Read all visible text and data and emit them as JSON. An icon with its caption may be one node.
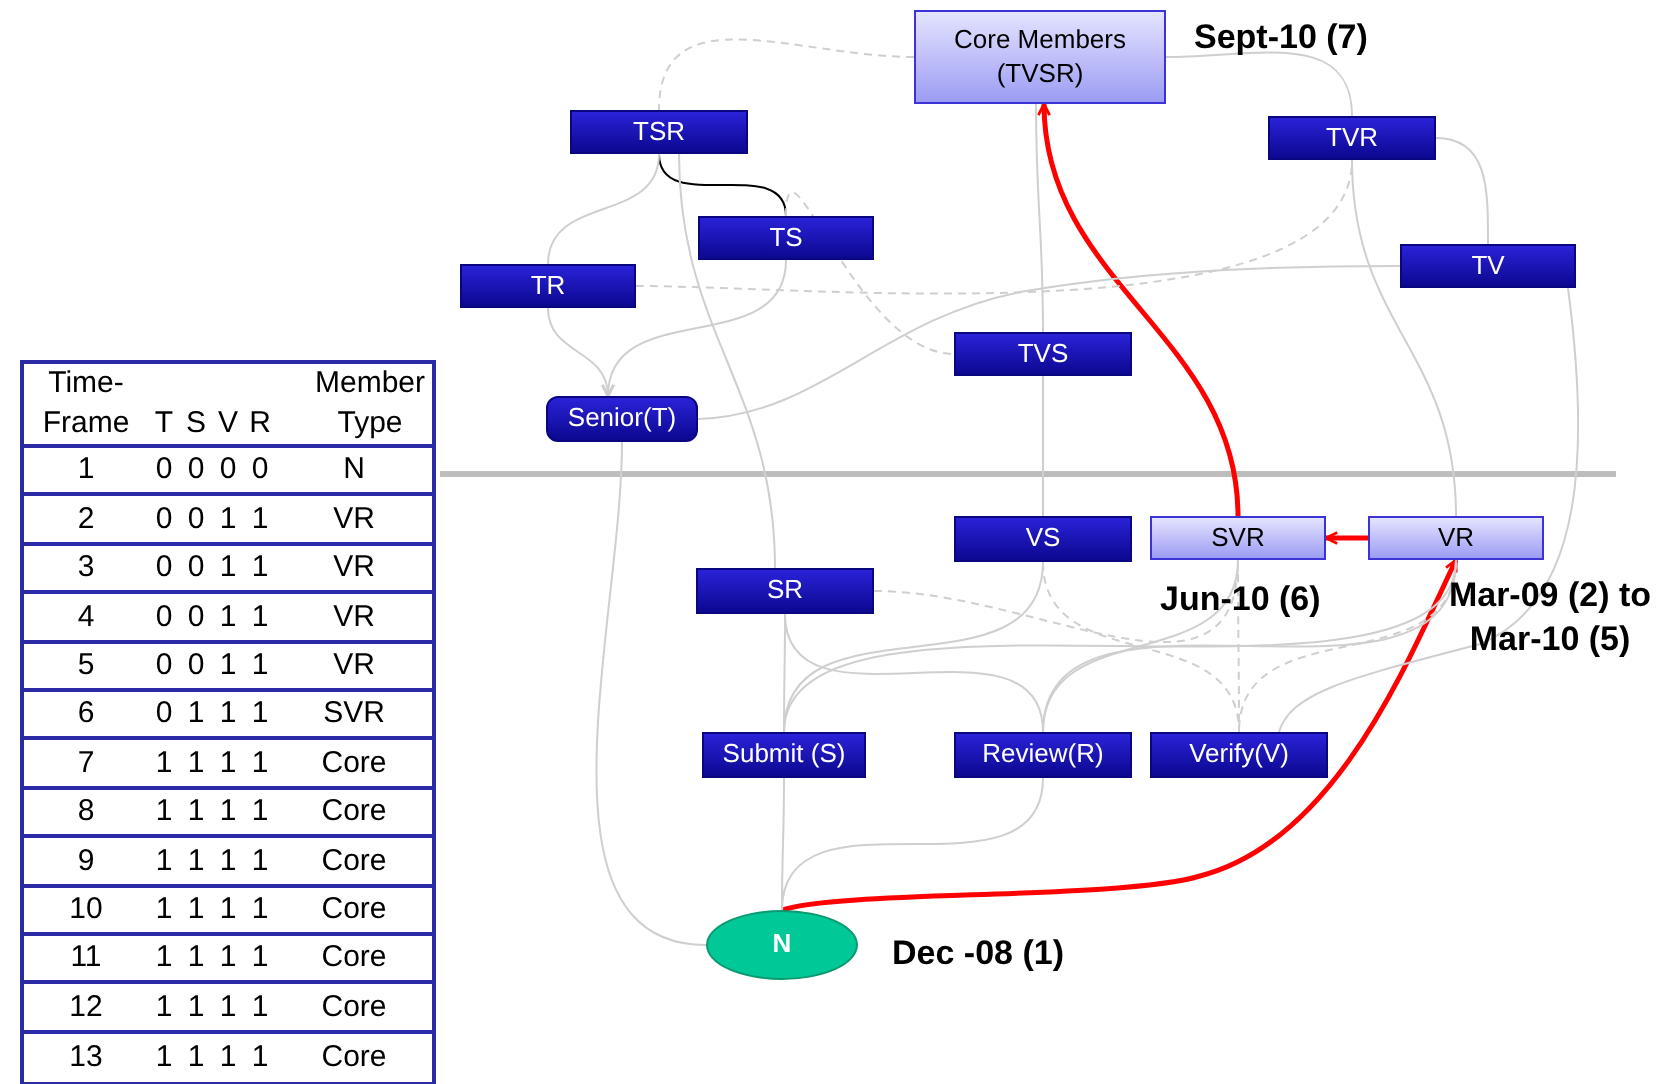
{
  "diagram": {
    "nodes": [
      {
        "text": [
          "Core Members (TVSR)"
        ],
        "beside": [
          "Sept-10 (7)"
        ]
      },
      {
        "text": [
          "TSR"
        ]
      },
      {
        "text": [
          "TVR"
        ]
      },
      {
        "text": [
          "TS"
        ]
      },
      {
        "text": [
          "TR"
        ]
      },
      {
        "text": [
          "TV"
        ]
      },
      {
        "text": [
          "TVS"
        ]
      },
      {
        "text": [
          "Senior(T)"
        ]
      },
      {
        "text": [
          "VS"
        ]
      },
      {
        "text": [
          "SVR"
        ],
        "beside": [
          "Jun-10 (6)"
        ]
      },
      {
        "text": [
          "VR"
        ],
        "beside": [
          "Mar-09 (2) to Mar-10 (5)"
        ]
      },
      {
        "text": [
          "SR"
        ]
      },
      {
        "text": [
          "Submit (S)"
        ]
      },
      {
        "text": [
          "Review(R)"
        ]
      },
      {
        "text": [
          "Verify(V)"
        ]
      },
      {
        "text": [
          "N"
        ],
        "beside": [
          "Dec -08 (1)"
        ]
      }
    ],
    "edges": [
      {
        "from": 15,
        "to": 10,
        "arrow": "to",
        "style": "thick",
        "color": "#ff0000"
      },
      {
        "from": 10,
        "to": 9,
        "arrow": "to",
        "style": "thick",
        "color": "#ff0000"
      },
      {
        "from": 9,
        "to": 0,
        "arrow": "to",
        "style": "thick",
        "color": "#ff0000"
      },
      {
        "from": 0,
        "to": 1,
        "arrow": "none",
        "style": "dashed"
      },
      {
        "from": 0,
        "to": 2,
        "arrow": "none"
      },
      {
        "from": 0,
        "to": 6,
        "arrow": "none"
      },
      {
        "from": 6,
        "to": 8,
        "arrow": "none"
      },
      {
        "from": 1,
        "to": 3,
        "arrow": "none",
        "color": "#000000"
      },
      {
        "from": 1,
        "to": 4,
        "arrow": "none"
      },
      {
        "from": 1,
        "to": 11,
        "arrow": "none"
      },
      {
        "from": 3,
        "to": 7,
        "arrow": "to"
      },
      {
        "from": 4,
        "to": 7,
        "arrow": "to"
      },
      {
        "from": 3,
        "to": 6,
        "arrow": "none",
        "style": "dashed"
      },
      {
        "from": 4,
        "to": 2,
        "arrow": "none",
        "style": "dashed"
      },
      {
        "from": 2,
        "to": 5,
        "arrow": "none"
      },
      {
        "from": 7,
        "to": 5,
        "arrow": "none"
      },
      {
        "from": 2,
        "to": 10,
        "arrow": "none"
      },
      {
        "from": 5,
        "to": 14,
        "arrow": "none"
      },
      {
        "from": 7,
        "to": 15,
        "arrow": "none"
      },
      {
        "from": 8,
        "to": 12,
        "arrow": "none"
      },
      {
        "from": 8,
        "to": 14,
        "arrow": "none",
        "style": "dashed"
      },
      {
        "from": 11,
        "to": 9,
        "arrow": "none",
        "style": "dashed"
      },
      {
        "from": 11,
        "to": 13,
        "arrow": "none"
      },
      {
        "from": 11,
        "to": 12,
        "arrow": "none"
      },
      {
        "from": 9,
        "to": 13,
        "arrow": "none"
      },
      {
        "from": 9,
        "to": 14,
        "arrow": "none",
        "style": "dashed"
      },
      {
        "from": 10,
        "to": 12,
        "arrow": "none"
      },
      {
        "from": 10,
        "to": 14,
        "arrow": "none",
        "style": "dashed"
      },
      {
        "from": 10,
        "to": 13,
        "arrow": "none"
      },
      {
        "from": 12,
        "to": 15,
        "arrow": "none"
      },
      {
        "from": 13,
        "to": 15,
        "arrow": "none"
      }
    ],
    "labels": [
      "Time-Frame",
      "T",
      "S",
      "V",
      "R",
      "Member Type",
      "1",
      "0",
      "0",
      "0",
      "0",
      "N",
      "2",
      "0",
      "0",
      "1",
      "1",
      "VR",
      "3",
      "0",
      "0",
      "1",
      "1",
      "VR",
      "4",
      "0",
      "0",
      "1",
      "1",
      "VR",
      "5",
      "0",
      "0",
      "1",
      "1",
      "VR",
      "6",
      "0",
      "1",
      "1",
      "1",
      "SVR",
      "7",
      "1",
      "1",
      "1",
      "1",
      "Core",
      "8",
      "1",
      "1",
      "1",
      "1",
      "Core",
      "9",
      "1",
      "1",
      "1",
      "1",
      "Core",
      "10",
      "1",
      "1",
      "1",
      "1",
      "Core",
      "11",
      "1",
      "1",
      "1",
      "1",
      "Core",
      "12",
      "1",
      "1",
      "1",
      "1",
      "Core",
      "13",
      "1",
      "1",
      "1",
      "1",
      "Core"
    ]
  }
}
